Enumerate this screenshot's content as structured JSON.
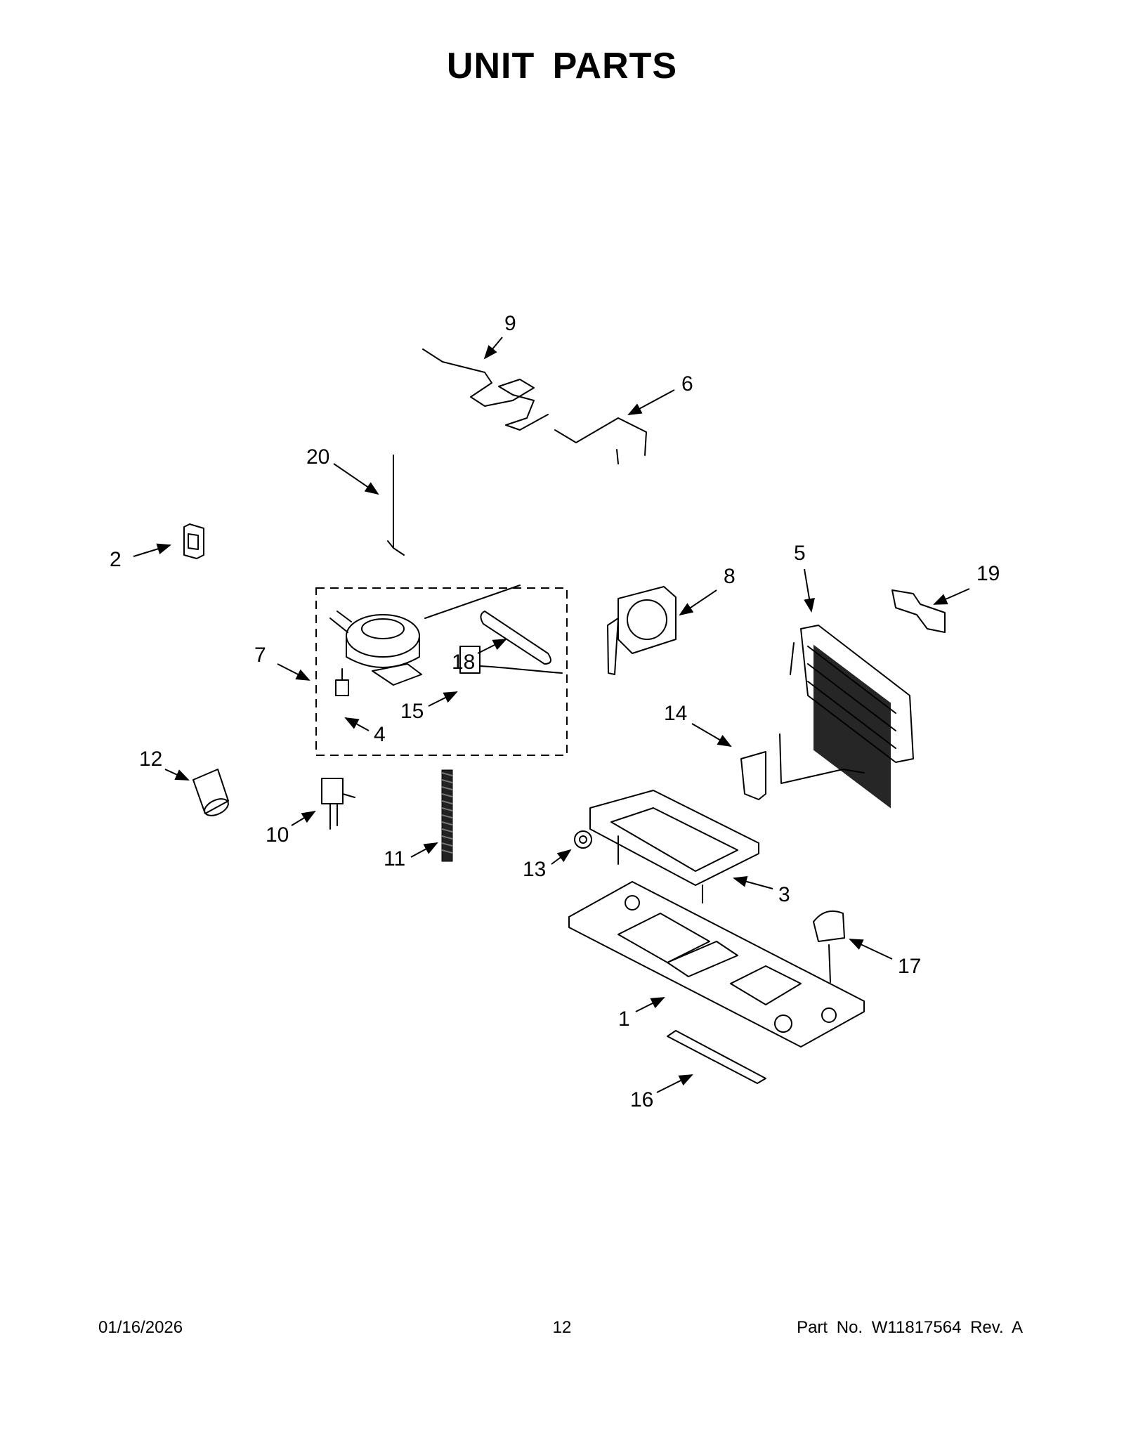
{
  "page": {
    "title": "UNIT PARTS",
    "footer_date": "01/16/2026",
    "footer_page": "12",
    "footer_part": "Part No.  W11817564  Rev.  A"
  },
  "callouts": [
    "1",
    "2",
    "3",
    "4",
    "5",
    "6",
    "7",
    "8",
    "9",
    "10",
    "11",
    "12",
    "13",
    "14",
    "15",
    "16",
    "17",
    "18",
    "19",
    "20"
  ],
  "colors": {
    "ink": "#000000",
    "background": "#ffffff"
  }
}
